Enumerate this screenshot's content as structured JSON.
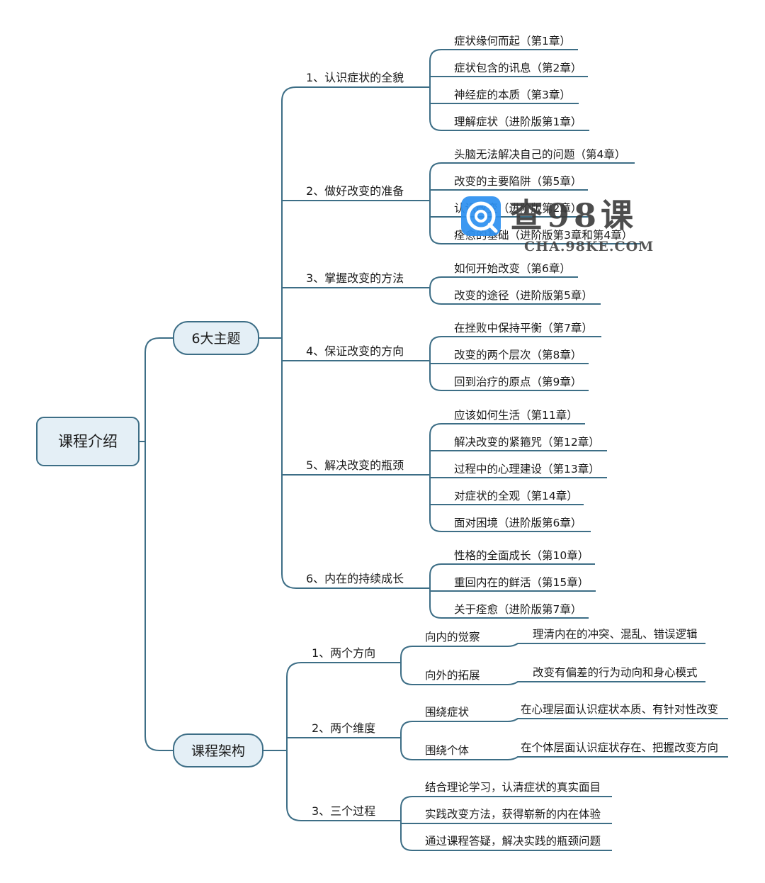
{
  "root": {
    "label": "课程介绍"
  },
  "topics": {
    "label": "6大主题",
    "groups": [
      {
        "label": "1、认识症状的全貌",
        "items": [
          "症状缘何而起（第1章）",
          "症状包含的讯息（第2章）",
          "神经症的本质（第3章）",
          "理解症状（进阶版第1章）"
        ]
      },
      {
        "label": "2、做好改变的准备",
        "items": [
          "头脑无法解决自己的问题（第4章）",
          "改变的主要陷阱（第5章）",
          "认识改变（进阶版第2章）",
          "痊愈的基础（进阶版第3章和第4章）"
        ]
      },
      {
        "label": "3、掌握改变的方法",
        "items": [
          "如何开始改变（第6章）",
          "改变的途径（进阶版第5章）"
        ]
      },
      {
        "label": "4、保证改变的方向",
        "items": [
          "在挫败中保持平衡（第7章）",
          "改变的两个层次（第8章）",
          "回到治疗的原点（第9章）"
        ]
      },
      {
        "label": "5、解决改变的瓶颈",
        "items": [
          "应该如何生活（第11章）",
          "解决改变的紧箍咒（第12章）",
          "过程中的心理建设（第13章）",
          "对症状的全观（第14章）",
          "面对困境（进阶版第6章）"
        ]
      },
      {
        "label": "6、内在的持续成长",
        "items": [
          "性格的全面成长（第10章）",
          "重回内在的鲜活（第15章）",
          "关于痊愈（进阶版第7章）"
        ]
      }
    ]
  },
  "architecture": {
    "label": "课程架构",
    "groups": [
      {
        "label": "1、两个方向",
        "items": [
          {
            "label": "向内的觉察",
            "detail": "理清内在的冲突、混乱、错误逻辑"
          },
          {
            "label": "向外的拓展",
            "detail": "改变有偏差的行为动向和身心模式"
          }
        ]
      },
      {
        "label": "2、两个维度",
        "items": [
          {
            "label": "围绕症状",
            "detail": "在心理层面认识症状本质、有针对性改变"
          },
          {
            "label": "围绕个体",
            "detail": "在个体层面认识症状存在、把握改变方向"
          }
        ]
      },
      {
        "label": "3、三个过程",
        "items": [
          {
            "label": "结合理论学习，认清症状的真实面目"
          },
          {
            "label": "实践改变方法，获得崭新的内在体验"
          },
          {
            "label": "通过课程答疑，解决实践的瓶颈问题"
          }
        ]
      }
    ]
  },
  "watermark": {
    "title": "查98课",
    "url": "CHA.98KE.COM"
  },
  "colors": {
    "line": "#3d6e86",
    "node_fill": "#e4eff6",
    "node_border": "#3d6e86",
    "text": "#1a1a1a",
    "wm_icon": "#2b8ff0",
    "wm_text": "#3a3a3a"
  }
}
